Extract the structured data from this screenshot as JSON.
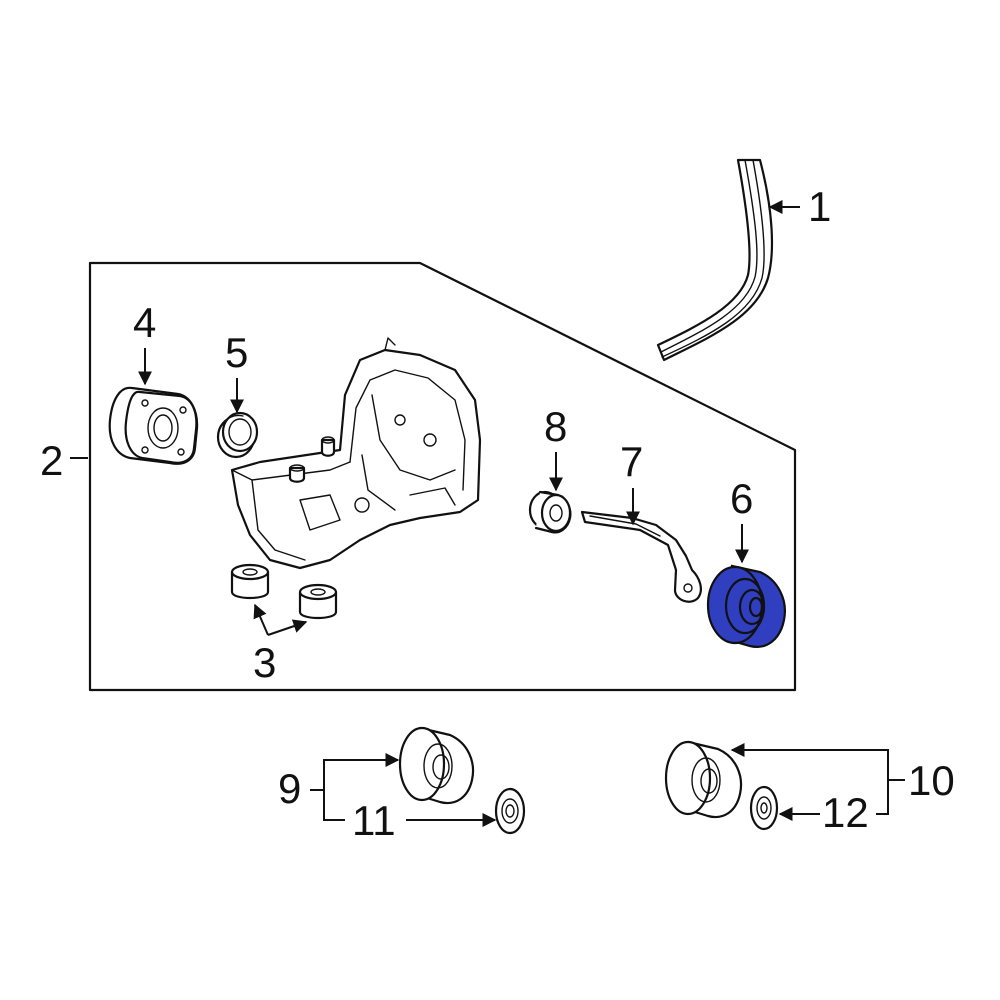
{
  "diagram": {
    "callouts": [
      {
        "id": "1",
        "label": "1"
      },
      {
        "id": "2",
        "label": "2"
      },
      {
        "id": "3",
        "label": "3"
      },
      {
        "id": "4",
        "label": "4"
      },
      {
        "id": "5",
        "label": "5"
      },
      {
        "id": "6",
        "label": "6"
      },
      {
        "id": "7",
        "label": "7"
      },
      {
        "id": "8",
        "label": "8"
      },
      {
        "id": "9",
        "label": "9"
      },
      {
        "id": "10",
        "label": "10"
      },
      {
        "id": "11",
        "label": "11"
      },
      {
        "id": "12",
        "label": "12"
      }
    ],
    "highlight_color": "#2f3fbf",
    "highlighted_part": "6"
  }
}
